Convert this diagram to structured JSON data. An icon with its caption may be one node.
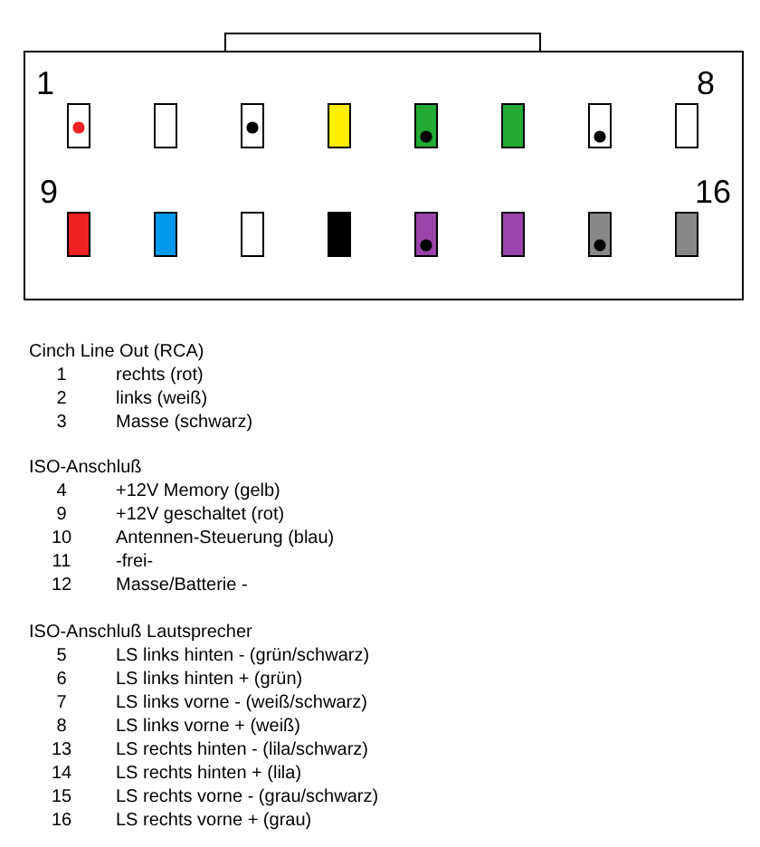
{
  "diagram": {
    "labels": [
      "1",
      "8",
      "9",
      "16",
      "Cinch Line Out (RCA)",
      "1",
      "rechts (rot)",
      "2",
      "links (weiß)",
      "3",
      "Masse (schwarz)",
      "ISO-Anschluß",
      "4",
      "+12V Memory (gelb)",
      "9",
      "+12V geschaltet (rot)",
      "10",
      "Antennen-Steuerung (blau)",
      "11",
      "-frei-",
      "12",
      "Masse/Batterie -",
      "ISO-Anschluß Lautsprecher",
      "5",
      "LS links hinten - (grün/schwarz)",
      "6",
      "LS links hinten + (grün)",
      "7",
      "LS links vorne - (weiß/schwarz)",
      "8",
      "LS links vorne + (weiß)",
      "13",
      "LS rechts hinten - (lila/schwarz)",
      "14",
      "LS rechts hinten + (lila)",
      "15",
      "LS rechts vorne - (grau/schwarz)",
      "16",
      "LS rechts vorne + (grau)"
    ]
  }
}
